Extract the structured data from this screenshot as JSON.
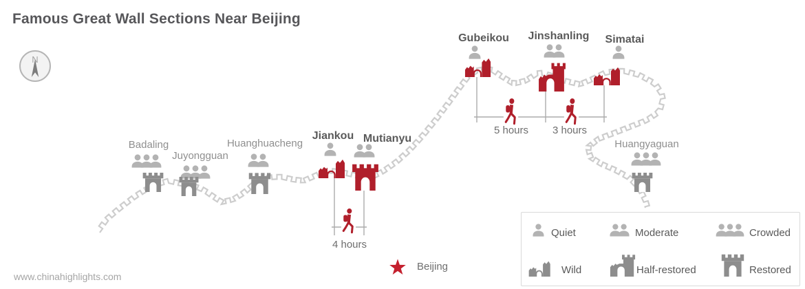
{
  "title": "Famous Great Wall Sections Near Beijing",
  "compass": {
    "label": "N"
  },
  "watermark": "www.chinahighlights.com",
  "colors": {
    "red": "#b01f2b",
    "star_red": "#c4202e",
    "castle_gray": "#8d8d8d",
    "person_gray": "#b3b3b3",
    "wall_path": "#cdcdcd",
    "bracket": "#ababab"
  },
  "sections": [
    {
      "name": "Badaling",
      "crowd_level": "crowded",
      "crowd_count": 3,
      "wall_type": "restored",
      "color": "gray"
    },
    {
      "name": "Juyongguan",
      "crowd_level": "crowded",
      "crowd_count": 3,
      "wall_type": "restored",
      "color": "gray"
    },
    {
      "name": "Huanghuacheng",
      "crowd_level": "moderate",
      "crowd_count": 2,
      "wall_type": "restored",
      "color": "gray"
    },
    {
      "name": "Jiankou",
      "crowd_level": "quiet",
      "crowd_count": 1,
      "wall_type": "wild",
      "color": "red"
    },
    {
      "name": "Mutianyu",
      "crowd_level": "moderate",
      "crowd_count": 2,
      "wall_type": "restored",
      "color": "red"
    },
    {
      "name": "Gubeikou",
      "crowd_level": "quiet",
      "crowd_count": 1,
      "wall_type": "wild",
      "color": "red"
    },
    {
      "name": "Jinshanling",
      "crowd_level": "moderate",
      "crowd_count": 2,
      "wall_type": "half-restored",
      "color": "red"
    },
    {
      "name": "Simatai",
      "crowd_level": "quiet",
      "crowd_count": 1,
      "wall_type": "wild",
      "color": "red"
    },
    {
      "name": "Huangyaguan",
      "crowd_level": "crowded",
      "crowd_count": 3,
      "wall_type": "restored",
      "color": "gray"
    }
  ],
  "hikes": [
    {
      "from": "Jiankou",
      "to": "Mutianyu",
      "duration": "4 hours"
    },
    {
      "from": "Gubeikou",
      "to": "Jinshanling",
      "duration": "5 hours"
    },
    {
      "from": "Jinshanling",
      "to": "Simatai",
      "duration": "3 hours"
    }
  ],
  "legend": {
    "crowd_items": [
      {
        "label": "Quiet",
        "count": 1
      },
      {
        "label": "Moderate",
        "count": 2
      },
      {
        "label": "Crowded",
        "count": 3
      }
    ],
    "wall_items": [
      {
        "label": "Wild",
        "type": "wild"
      },
      {
        "label": "Half-restored",
        "type": "half-restored"
      },
      {
        "label": "Restored",
        "type": "restored"
      }
    ]
  },
  "beijing": {
    "label": "Beijing"
  }
}
